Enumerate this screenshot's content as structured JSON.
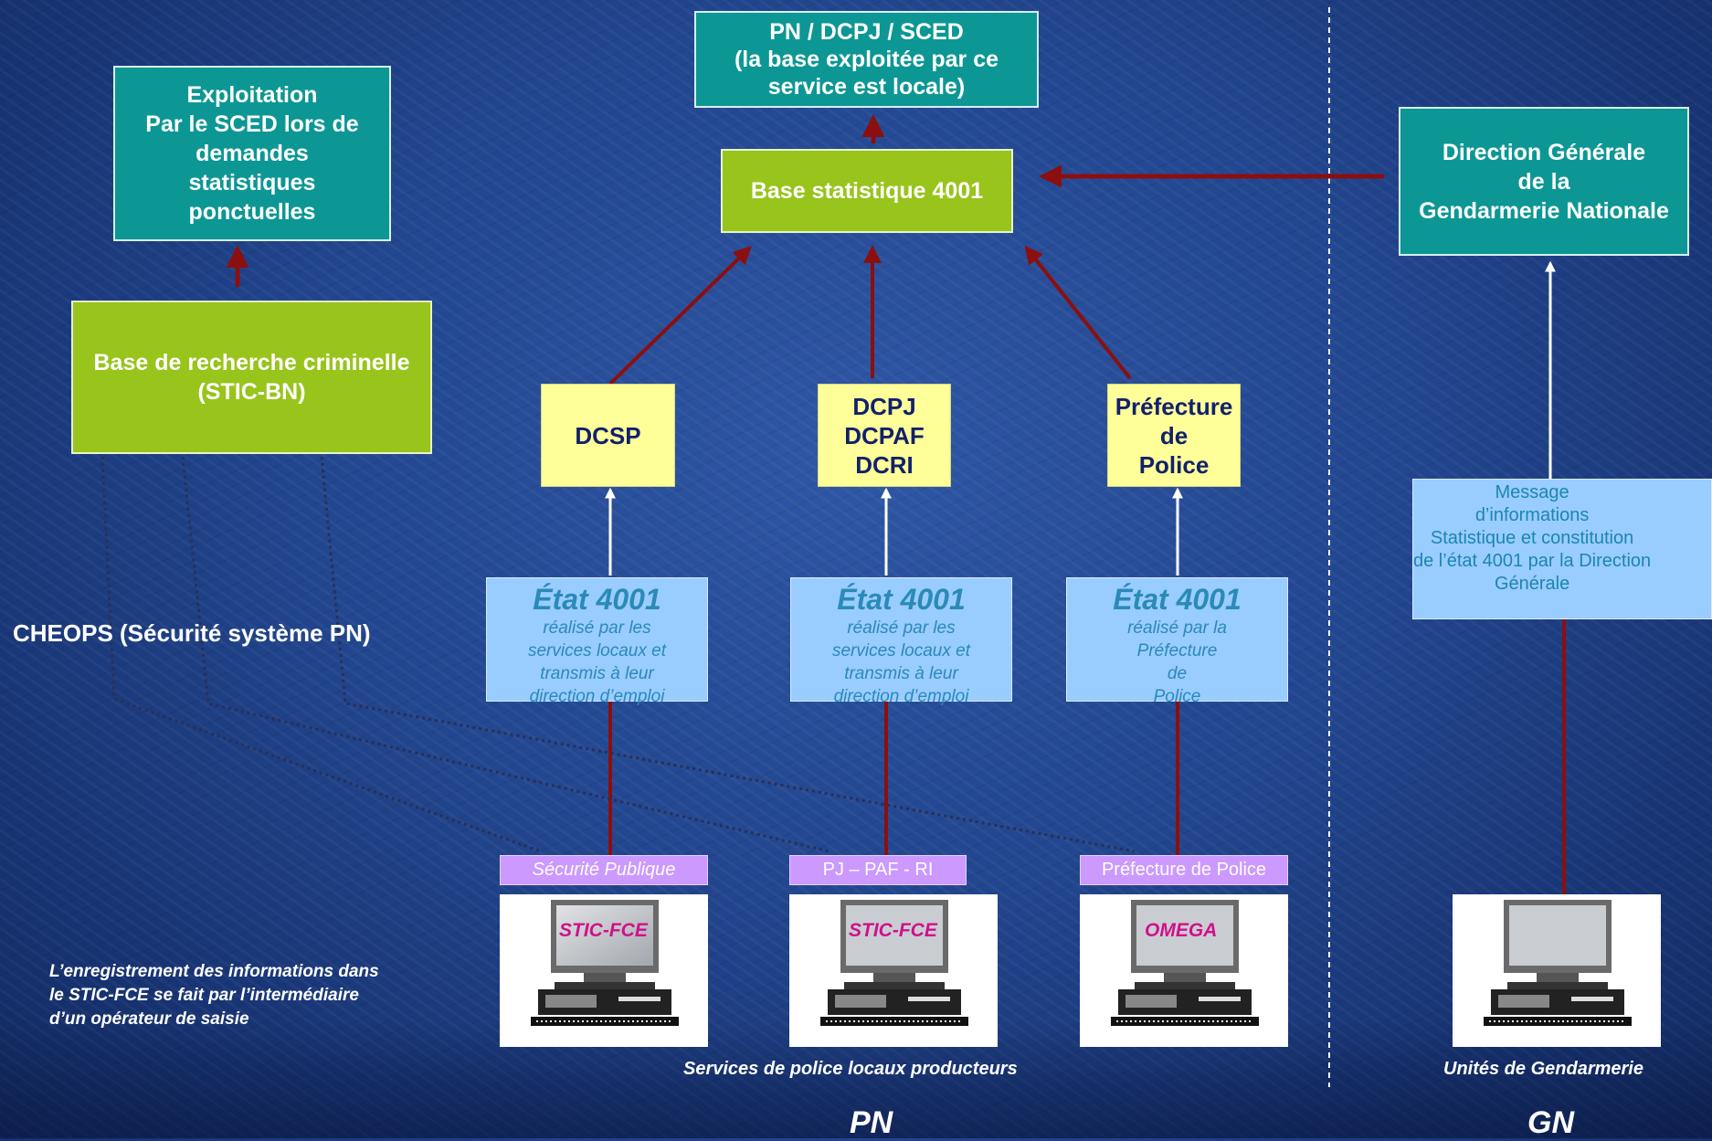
{
  "boxes": {
    "sced": "PN / DCPJ / SCED\n(la base exploitée par ce\nservice est locale)",
    "exploitation": "Exploitation\nPar le SCED lors de\ndemandes\nstatistiques\nponctuelles",
    "base_stat": "Base statistique 4001",
    "dggn": "Direction Générale\nde la\nGendarmerie Nationale",
    "stic_bn": "Base de recherche criminelle\n(STIC-BN)",
    "dcsp": "DCSP",
    "dcpj": "DCPJ\nDCPAF\nDCRI",
    "prefecture": "Préfecture\nde\nPolice"
  },
  "etat": [
    {
      "title": "État 4001",
      "text": "réalisé par les\nservices locaux et\ntransmis à leur\ndirection d’emploi"
    },
    {
      "title": "État 4001",
      "text": "réalisé par les\nservices locaux et\ntransmis à leur\ndirection d’emploi"
    },
    {
      "title": "État 4001",
      "text": "réalisé par la\nPréfecture\nde\nPolice"
    }
  ],
  "message": "Message\nd’informations\nStatistique et constitution\nde l’état 4001 par la Direction\nGénérale",
  "services": [
    "Sécurité Publique",
    "PJ – PAF - RI",
    "Préfecture de Police"
  ],
  "computers": [
    "STIC-FCE",
    "STIC-FCE",
    "OMEGA",
    ""
  ],
  "labels": {
    "cheops": "CHEOPS (Sécurité système PN)",
    "note": "L’enregistrement des informations dans\nle STIC-FCE se fait par l’intermédiaire\nd’un opérateur de saisie",
    "services_locaux": "Services de police locaux producteurs",
    "unites_gn": "Unités de Gendarmerie",
    "pn": "PN",
    "gn": "GN"
  },
  "colors": {
    "teal": "#0d9794",
    "green": "#98c41c",
    "yellow": "#ffff99",
    "light_blue": "#99ccff",
    "violet": "#cc99ff",
    "arrow": "#8b0f0f",
    "magenta": "#d0108a"
  }
}
